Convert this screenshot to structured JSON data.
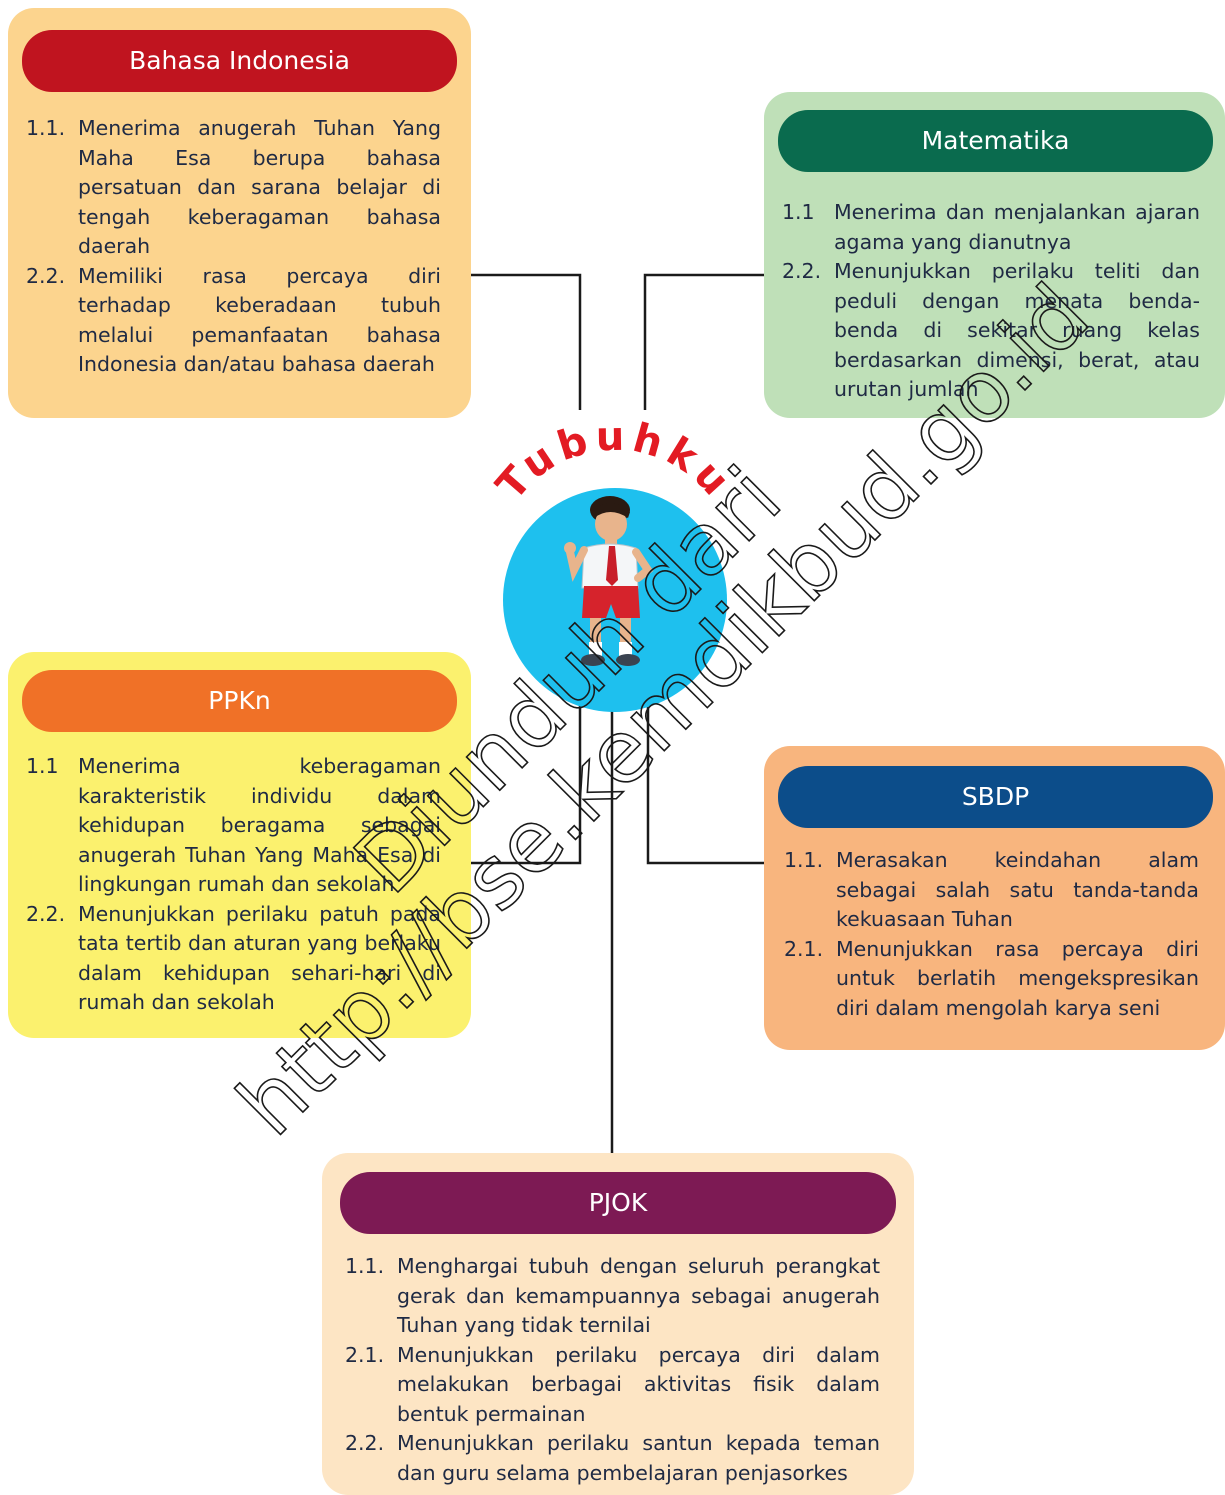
{
  "center": {
    "title": "Tubuhku"
  },
  "subjects": {
    "bahasa": {
      "title": "Bahasa Indonesia",
      "items": [
        {
          "num": "1.1.",
          "text": "Menerima anugerah Tuhan Yang Maha Esa berupa bahasa persatuan dan sarana belajar di tengah keberagaman bahasa daerah"
        },
        {
          "num": "2.2.",
          "text": "Memiliki rasa percaya diri terhadap keberadaan tubuh melalui pemanfaatan bahasa Indonesia dan/atau bahasa daerah"
        }
      ]
    },
    "matematika": {
      "title": "Matematika",
      "items": [
        {
          "num": "1.1",
          "text": "Menerima dan menjalankan ajaran agama yang dianutnya"
        },
        {
          "num": "2.2.",
          "text": "Menunjukkan perilaku teliti dan peduli dengan menata benda-benda di sekitar ruang kelas berdasarkan dimensi, berat, atau urutan jumlah"
        }
      ]
    },
    "ppkn": {
      "title": "PPKn",
      "items": [
        {
          "num": "1.1",
          "text": "Menerima keberagaman karakteristik individu dalam kehidupan beragama sebagai anugerah Tuhan Yang Maha Esa di lingkungan rumah dan sekolah"
        },
        {
          "num": "2.2.",
          "text": "Menunjukkan perilaku patuh pada tata tertib dan aturan yang berlaku dalam kehidupan sehari-hari di rumah dan sekolah"
        }
      ]
    },
    "sbdp": {
      "title": "SBDP",
      "items": [
        {
          "num": "1.1.",
          "text": "Merasakan keindahan alam sebagai salah satu tanda-tanda kekuasaan Tuhan"
        },
        {
          "num": "2.1.",
          "text": "Menunjukkan rasa percaya diri untuk berlatih mengekspresikan diri dalam mengolah karya seni"
        }
      ]
    },
    "pjok": {
      "title": "PJOK",
      "items": [
        {
          "num": "1.1.",
          "text": "Menghargai tubuh dengan seluruh perangkat gerak dan kemampuannya sebagai anugerah Tuhan yang tidak ternilai"
        },
        {
          "num": "2.1.",
          "text": "Menunjukkan perilaku percaya diri dalam melakukan berbagai aktivitas fisik dalam bentuk permainan"
        },
        {
          "num": "2.2.",
          "text": "Menunjukkan perilaku santun kepada teman dan guru selama pembelajaran penjasorkes"
        }
      ]
    }
  },
  "watermark": {
    "line1": "Diunduh dari",
    "line2": "http://bse.kemdikbud.go.id"
  },
  "colors": {
    "bahasa_box": "#fcd48e",
    "bahasa_hdr": "#c0141f",
    "matematika_box": "#bfe0b8",
    "matematika_hdr": "#0a6b4e",
    "ppkn_box": "#fbf16e",
    "ppkn_hdr": "#f07127",
    "sbdp_box": "#f8b57e",
    "sbdp_hdr": "#0c4d8a",
    "pjok_box": "#fde5c4",
    "pjok_hdr": "#7d1a54",
    "center_circle": "#1ec0ee",
    "center_title": "#e31b23"
  }
}
